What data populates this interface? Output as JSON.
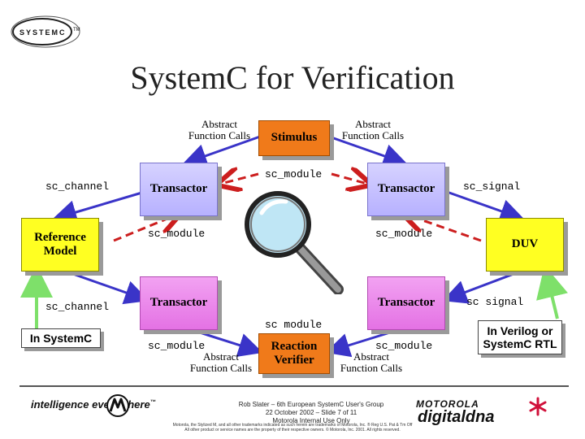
{
  "slide": {
    "title": "SystemC for Verification",
    "logo_text": "SYSTEMC",
    "logo_tm": "TM"
  },
  "diagram": {
    "boxes": {
      "stimulus": "Stimulus",
      "transactor_tl": "Transactor",
      "transactor_tr": "Transactor",
      "transactor_bl": "Transactor",
      "transactor_br": "Transactor",
      "reference_model": "Reference Model",
      "duv": "DUV",
      "reaction_verifier": "Reaction Verifier"
    },
    "notes": {
      "in_systemc": "In SystemC",
      "in_verilog": "In Verilog or SystemC RTL"
    },
    "labels": {
      "abstract_tl": "Abstract Function Calls",
      "abstract_tr": "Abstract Function Calls",
      "abstract_bl": "Abstract Function Calls",
      "abstract_br": "Abstract Function Calls",
      "sc_channel_top": "sc_channel",
      "sc_channel_bottom": "sc_channel",
      "sc_signal_top": "sc_signal",
      "sc_signal_bottom": "sc signal",
      "sc_module_top": "sc_module",
      "sc_module_left_mid": "sc_module",
      "sc_module_right_mid": "sc_module",
      "sc_module_bottom_center": "sc module",
      "sc_module_bottom_left": "sc_module",
      "sc_module_bottom_right": "sc_module"
    },
    "colors": {
      "arrow_blue": "#3a34c8",
      "arrow_red": "#cc1e1e",
      "arrow_green": "#7ee06a",
      "transactor": "#c4bfff",
      "pink": "#e886e8",
      "orange": "#f07a1a",
      "yellow": "#ffff22"
    }
  },
  "footer": {
    "left_text": "intelligence everywhere",
    "left_tm": "™",
    "presenter": "Rob Slater – 6th European SystemC User's Group",
    "date_slide": "22 October 2002 – Slide 7 of 11",
    "confidential": "Motorola Internal Use Only",
    "legal1": "Motorola, the Stylized M, and all other trademarks indicated as such herein are trademarks of Motorola, Inc. ® Reg U.S. Pat & Tm Off",
    "legal2": "All other product or service names are the property of their respective owners. © Motorola, Inc. 2001. All rights reserved.",
    "motorola": "MOTOROLA",
    "digitaldna": "digitaldna"
  }
}
